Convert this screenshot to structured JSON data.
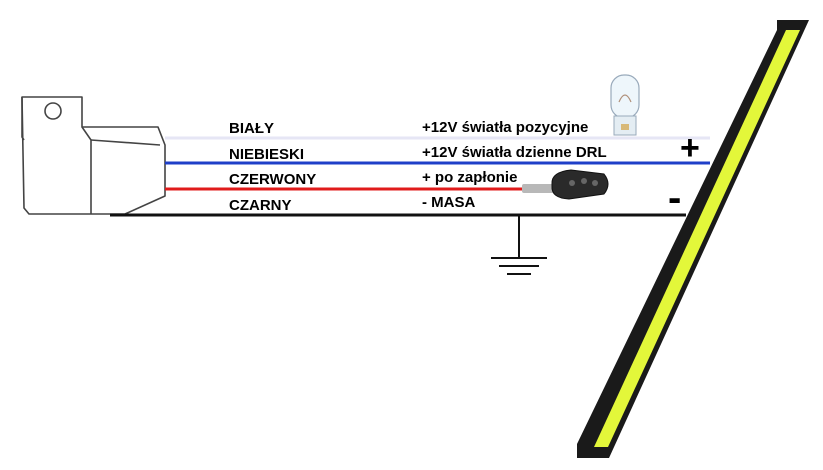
{
  "wires": [
    {
      "name": "BIAŁY",
      "function": "+12V światła pozycyjne",
      "color": "#e6e6f5"
    },
    {
      "name": "NIEBIESKI",
      "function": "+12V światła dzienne DRL",
      "color": "#1f3fc8"
    },
    {
      "name": "CZERWONY",
      "function": "+ po zapłonie",
      "color": "#e01b1b"
    },
    {
      "name": "CZARNY",
      "function": "- MASA",
      "color": "#111111"
    }
  ],
  "polarity": {
    "plus": "+",
    "minus": "-"
  },
  "colors": {
    "led_panel": "#e3f73a",
    "led_frame": "#1a1a1a",
    "module_stroke": "#444444"
  },
  "icons": [
    "bulb-icon",
    "car-key-icon",
    "ground-icon"
  ]
}
